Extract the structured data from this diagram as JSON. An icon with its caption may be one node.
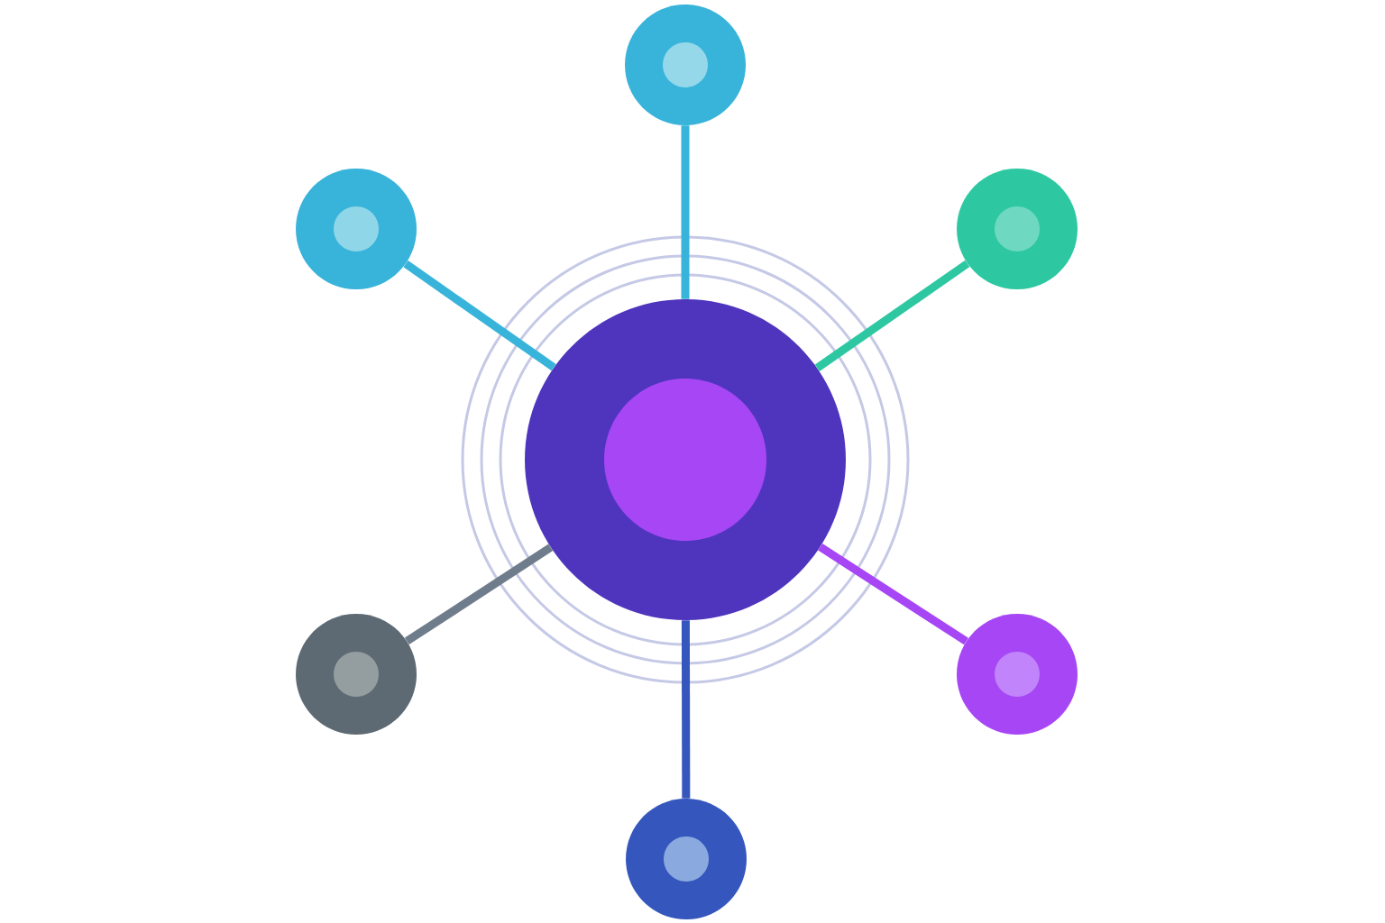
{
  "diagram": {
    "nodes": [
      {
        "text": [],
        "shape": "circle"
      },
      {
        "text": [],
        "shape": "circle"
      },
      {
        "text": [],
        "shape": "circle"
      },
      {
        "text": [],
        "shape": "circle"
      },
      {
        "text": [],
        "shape": "circle"
      },
      {
        "text": [],
        "shape": "circle"
      },
      {
        "text": [],
        "shape": "circle"
      }
    ],
    "edges": [
      {
        "from": 0,
        "to": 1,
        "arrow": "none",
        "color": "#38b3da"
      },
      {
        "from": 0,
        "to": 2,
        "arrow": "none",
        "color": "#38b3da"
      },
      {
        "from": 0,
        "to": 3,
        "arrow": "none",
        "color": "#2dc8a2"
      },
      {
        "from": 0,
        "to": 4,
        "arrow": "none",
        "color": "#6f7c8c"
      },
      {
        "from": 0,
        "to": 5,
        "arrow": "none",
        "color": "#a646f5"
      },
      {
        "from": 0,
        "to": 6,
        "arrow": "none",
        "color": "#3556bd"
      }
    ]
  }
}
